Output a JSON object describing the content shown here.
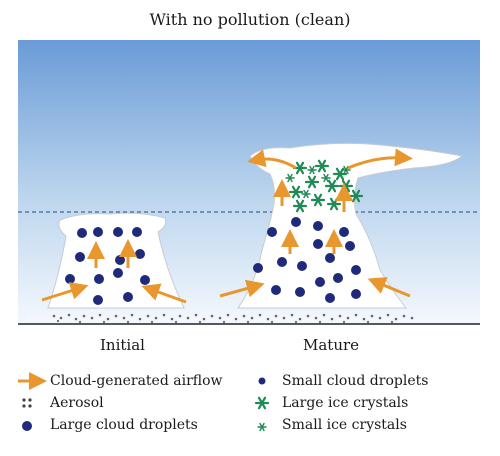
{
  "title": "With no pollution (clean)",
  "stages": {
    "initial": "Initial",
    "mature": "Mature"
  },
  "legend": {
    "left": [
      {
        "icon": "orange-arrow-icon",
        "label": "Cloud-generated airflow"
      },
      {
        "icon": "aerosol-dots-icon",
        "label": "Aerosol"
      },
      {
        "icon": "large-droplet-icon",
        "label": "Large cloud droplets"
      }
    ],
    "right": [
      {
        "icon": "small-droplet-icon",
        "label": "Small cloud droplets"
      },
      {
        "icon": "large-ice-crystal-icon",
        "label": "Large ice crystals"
      },
      {
        "icon": "small-ice-crystal-icon",
        "label": "Small ice crystals"
      }
    ]
  },
  "colors": {
    "sky_top": "#6a9bd6",
    "sky_bottom": "#f3f8fd",
    "arrow": "#e8962e",
    "droplet": "#1f2a7a",
    "ice": "#1f8a55",
    "aerosol": "#555555"
  }
}
